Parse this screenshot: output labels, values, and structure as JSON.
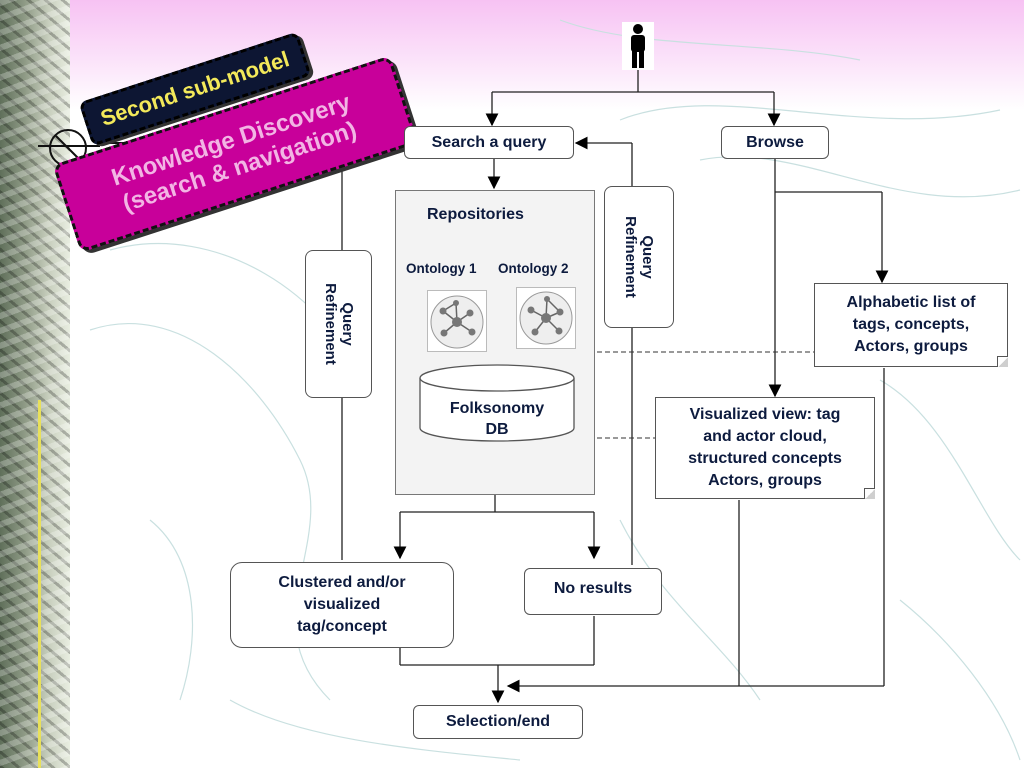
{
  "title_badges": {
    "submodel": "Second sub-model",
    "topic_line1": "Knowledge Discovery",
    "topic_line2": "(search & navigation)"
  },
  "nodes": {
    "search": "Search a query",
    "browse": "Browse",
    "query_refinement_left": "Query\nRefinement",
    "query_refinement_right": "Query\nRefinement",
    "repositories": "Repositories",
    "ontology1": "Ontology 1",
    "ontology2": "Ontology 2",
    "folksonomy_line1": "Folksonomy",
    "folksonomy_line2": "DB",
    "alpha_line1": "Alphabetic list of",
    "alpha_line2": "tags, concepts,",
    "alpha_line3": "Actors, groups",
    "vis_line1": "Visualized view: tag",
    "vis_line2": "and actor cloud,",
    "vis_line3": "structured concepts",
    "vis_line4": "Actors, groups",
    "clustered_line1": "Clustered and/or",
    "clustered_line2": "visualized",
    "clustered_line3": "tag/concept",
    "noresults": "No results",
    "selection": "Selection/end"
  },
  "icons": {
    "user": "person-icon",
    "ontology": "network-graph-icon",
    "database": "cylinder-icon",
    "crosshair": "circle-cross-icon"
  },
  "colors": {
    "text": "#0d1b3e",
    "badge_pink": "#c8009a",
    "badge_dark": "#0d1633",
    "badge_yellow_text": "#f3e95a"
  }
}
